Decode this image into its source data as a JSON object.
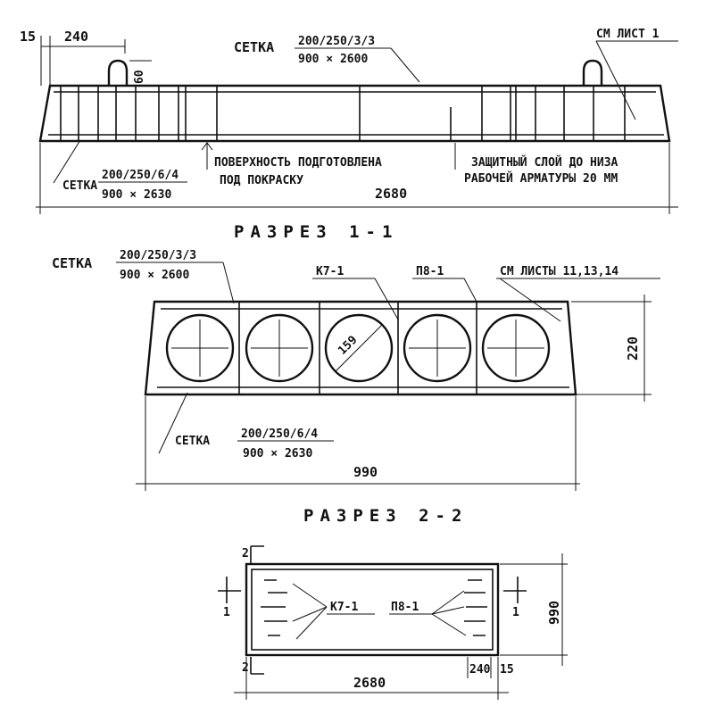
{
  "elevation": {
    "dim_left_15": "15",
    "dim_240": "240",
    "dim_60": "60",
    "mesh_top": {
      "word": "СЕТКА",
      "num": "200/250/3/3",
      "den": "900 × 2600"
    },
    "ref_sheet": "СМ ЛИСТ 1",
    "mesh_bottom": {
      "word": "СЕТКА",
      "num": "200/250/6/4",
      "den": "900 × 2630"
    },
    "surface_note": [
      "ПОВЕРХНОСТЬ ПОДГОТОВЛЕНА",
      "ПОД ПОКРАСКУ"
    ],
    "cover_note": [
      "ЗАЩИТНЫЙ СЛОЙ ДО НИЗА",
      "РАБОЧЕЙ АРМАТУРЫ 20 ММ"
    ],
    "dim_length": "2680"
  },
  "section_1": {
    "title": "РАЗРЕЗ 1-1",
    "mesh_top": {
      "word": "СЕТКА",
      "num": "200/250/3/3",
      "den": "900 × 2600"
    },
    "frame_label": "К7-1",
    "plate_label": "П8-1",
    "ref_sheets": "СМ ЛИСТЫ 11,13,14",
    "hole_dim": "159",
    "dim_height": "220",
    "mesh_bottom": {
      "word": "СЕТКА",
      "num": "200/250/6/4",
      "den": "900 × 2630"
    },
    "dim_width": "990"
  },
  "section_2": {
    "title": "РАЗРЕЗ 2-2",
    "cut_mark_2": "2",
    "cut_mark_1": "1",
    "frame_label": "К7-1",
    "plate_label": "П8-1",
    "dim_height": "990",
    "dim_240": "240",
    "dim_15": "15",
    "dim_length": "2680"
  }
}
